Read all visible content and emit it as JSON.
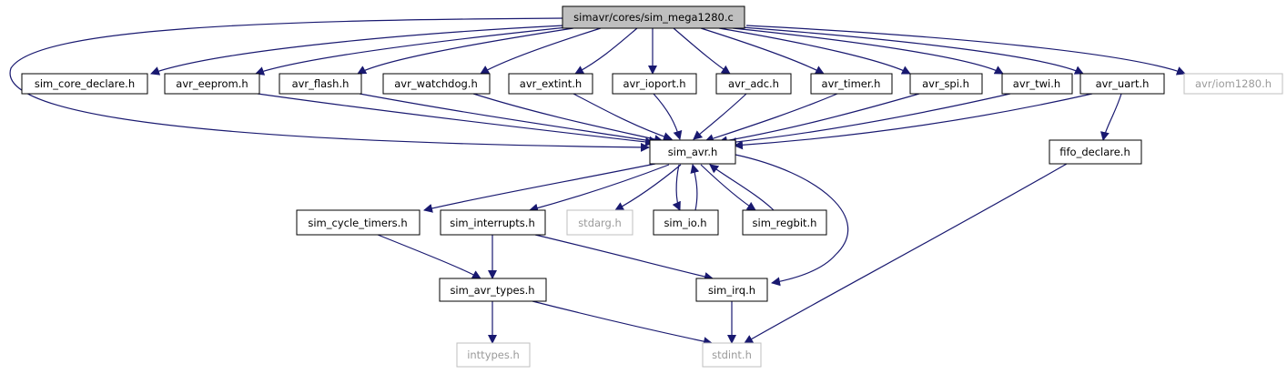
{
  "colors": {
    "edge": "#191970",
    "node_border": "#000000",
    "node_border_external": "#bfbfbf",
    "root_fill": "#bfbfbf",
    "node_fill": "#ffffff"
  },
  "nodes": {
    "root": {
      "label": "simavr/cores/sim_mega1280.c"
    },
    "sim_core_declare": {
      "label": "sim_core_declare.h"
    },
    "avr_eeprom": {
      "label": "avr_eeprom.h"
    },
    "avr_flash": {
      "label": "avr_flash.h"
    },
    "avr_watchdog": {
      "label": "avr_watchdog.h"
    },
    "avr_extint": {
      "label": "avr_extint.h"
    },
    "avr_ioport": {
      "label": "avr_ioport.h"
    },
    "avr_adc": {
      "label": "avr_adc.h"
    },
    "avr_timer": {
      "label": "avr_timer.h"
    },
    "avr_spi": {
      "label": "avr_spi.h"
    },
    "avr_twi": {
      "label": "avr_twi.h"
    },
    "avr_uart": {
      "label": "avr_uart.h"
    },
    "iom1280": {
      "label": "avr/iom1280.h"
    },
    "sim_avr": {
      "label": "sim_avr.h"
    },
    "fifo_declare": {
      "label": "fifo_declare.h"
    },
    "sim_cycle_timers": {
      "label": "sim_cycle_timers.h"
    },
    "sim_interrupts": {
      "label": "sim_interrupts.h"
    },
    "stdarg": {
      "label": "stdarg.h"
    },
    "sim_io": {
      "label": "sim_io.h"
    },
    "sim_regbit": {
      "label": "sim_regbit.h"
    },
    "sim_avr_types": {
      "label": "sim_avr_types.h"
    },
    "sim_irq": {
      "label": "sim_irq.h"
    },
    "inttypes": {
      "label": "inttypes.h"
    },
    "stdint": {
      "label": "stdint.h"
    }
  }
}
